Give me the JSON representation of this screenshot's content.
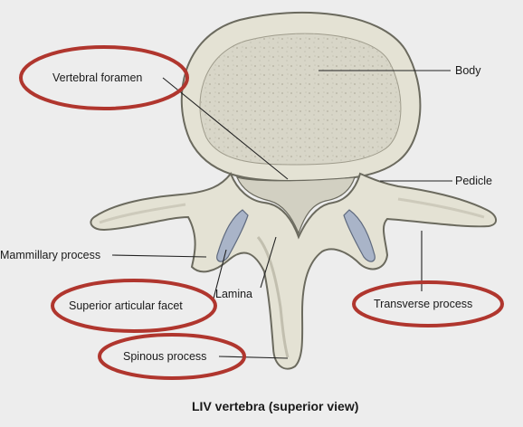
{
  "labels": {
    "vertebral_foramen": "Vertebral foramen",
    "body": "Body",
    "pedicle": "Pedicle",
    "mammillary_process": "Mammillary process",
    "superior_articular_facet": "Superior articular facet",
    "lamina": "Lamina",
    "transverse_process": "Transverse process",
    "spinous_process": "Spinous process"
  },
  "caption": "LIV vertebra (superior view)",
  "colors": {
    "background": "#ededed",
    "bone_fill": "#e4e2d4",
    "bone_outline": "#6b6a5e",
    "cancellous_fill": "#d8d6c8",
    "facet_fill": "#a9b4c8",
    "highlight_ellipse": "#b0362e",
    "leader_line": "#222222"
  },
  "highlighted_labels": [
    "vertebral_foramen",
    "superior_articular_facet",
    "spinous_process",
    "transverse_process"
  ]
}
